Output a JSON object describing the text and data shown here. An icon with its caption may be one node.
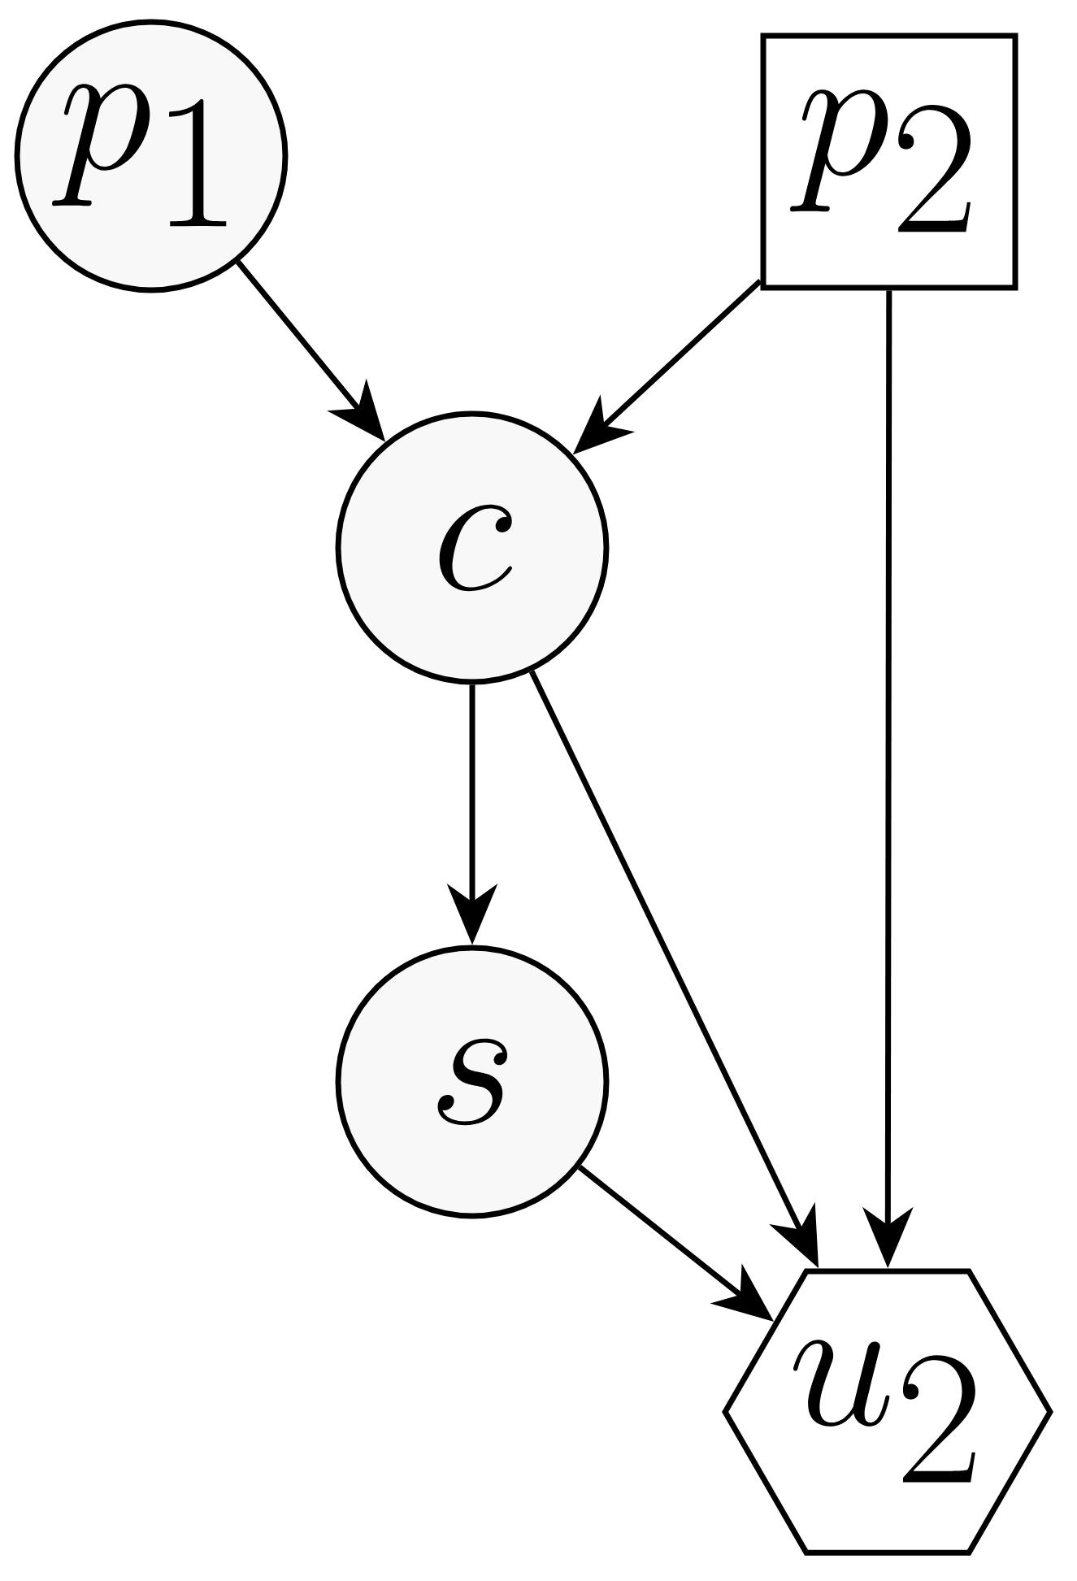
{
  "diagram": {
    "nodes": [
      {
        "text": [
          "p_1"
        ]
      },
      {
        "text": [
          "p_2"
        ]
      },
      {
        "text": [
          "c"
        ]
      },
      {
        "text": [
          "s"
        ]
      },
      {
        "text": [
          "u_2"
        ]
      }
    ],
    "edges": [
      {
        "from": 0,
        "to": 2,
        "arrow": "to"
      },
      {
        "from": 1,
        "to": 2,
        "arrow": "to"
      },
      {
        "from": 1,
        "to": 4,
        "arrow": "to"
      },
      {
        "from": 2,
        "to": 3,
        "arrow": "to"
      },
      {
        "from": 2,
        "to": 4,
        "arrow": "to"
      },
      {
        "from": 3,
        "to": 4,
        "arrow": "to"
      }
    ]
  }
}
